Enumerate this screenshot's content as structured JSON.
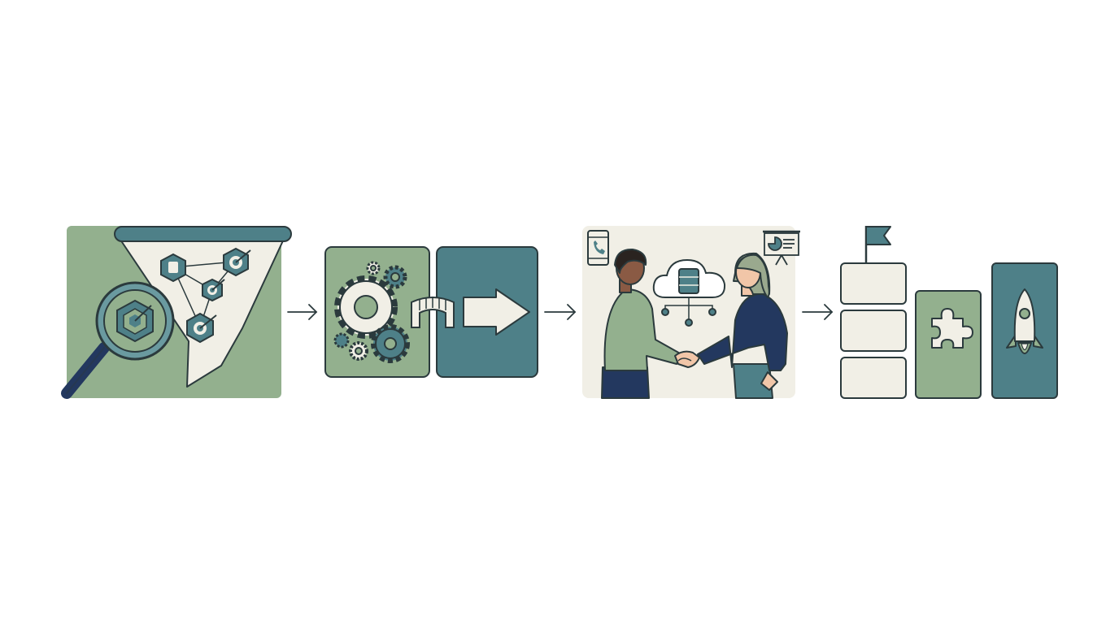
{
  "colors": {
    "background": "#ffffff",
    "sage": "#93b08e",
    "teal": "#4e8088",
    "teal_light": "#6a9aa0",
    "navy": "#23385f",
    "cream": "#f1efe6",
    "outline": "#2b3a3d",
    "skin_dark": "#8a5a44",
    "skin_light": "#f1c6a8",
    "hair_dark": "#2a2320",
    "hair_light": "#9aa98e"
  },
  "diagram": {
    "stages": [
      {
        "id": "discover",
        "icons": [
          "funnel-icon",
          "magnifier-icon",
          "target-icon",
          "network-icon"
        ]
      },
      {
        "id": "transition",
        "icons": [
          "gears-icon",
          "bridge-icon",
          "arrow-right-icon"
        ]
      },
      {
        "id": "partnership",
        "icons": [
          "handshake-icon",
          "cloud-database-icon",
          "phone-icon",
          "presentation-icon"
        ]
      },
      {
        "id": "launch",
        "icons": [
          "flag-icon",
          "puzzle-icon",
          "rocket-icon"
        ]
      }
    ],
    "connectors": [
      "arrow",
      "arrow",
      "arrow"
    ]
  }
}
